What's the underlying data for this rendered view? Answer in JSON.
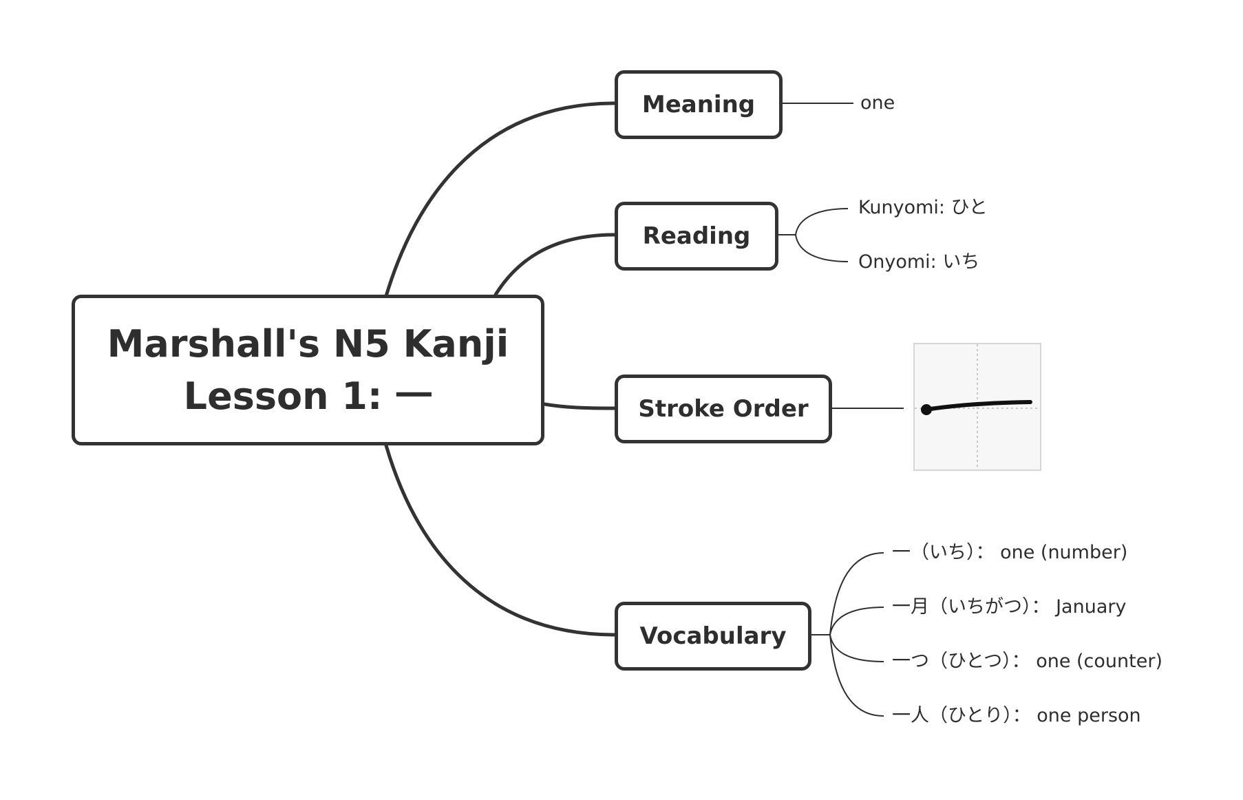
{
  "root": {
    "title_line1": "Marshall's N5 Kanji",
    "title_line2": "Lesson 1: 一"
  },
  "topics": {
    "meaning": {
      "label": "Meaning",
      "leaves": [
        "one"
      ]
    },
    "reading": {
      "label": "Reading",
      "leaves": [
        "Kunyomi: ひと",
        "Onyomi: いち"
      ]
    },
    "stroke_order": {
      "label": "Stroke Order",
      "image": "stroke-order-diagram-one"
    },
    "vocabulary": {
      "label": "Vocabulary",
      "leaves": [
        "一（いち）： one (number)",
        "一月（いちがつ）： January",
        "一つ（ひとつ）： one (counter)",
        "一人（ひとり）： one person"
      ]
    }
  },
  "colors": {
    "border": "#333333",
    "text": "#2e2e2e",
    "line": "#2e2e2e"
  }
}
